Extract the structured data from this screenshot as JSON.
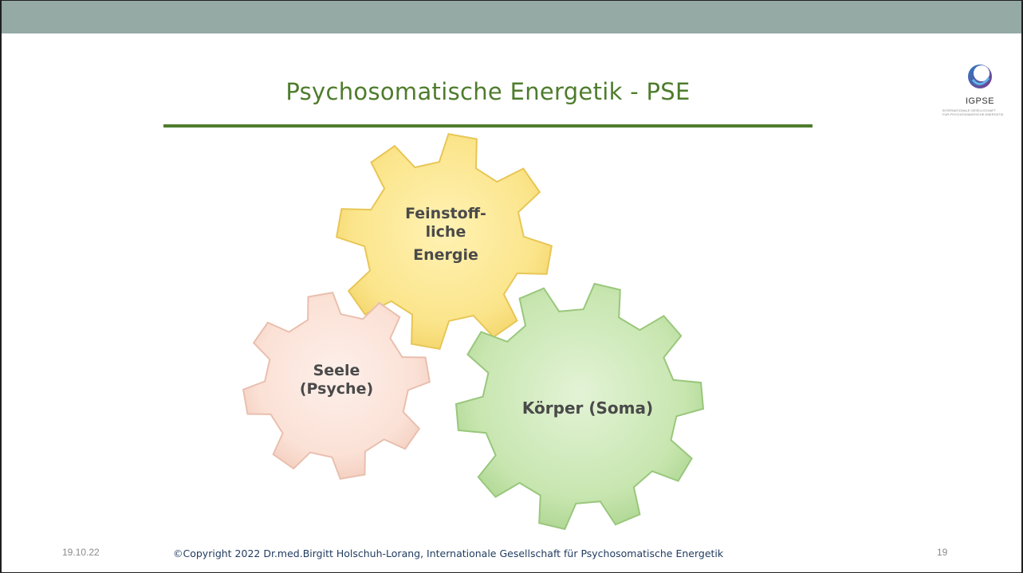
{
  "slide": {
    "title": "Psychosomatische Energetik - PSE",
    "logo": {
      "name": "IGPSE",
      "subtitle_line1": "INTERNATIONALE GESELLSCHAFT",
      "subtitle_line2": "FÜR PSYCHOSOMATISCHE ENERGETIK"
    },
    "gears": [
      {
        "id": "energie",
        "label_lines": [
          "Feinstoff-",
          "liche",
          "Energie"
        ],
        "color": "#fbe58c"
      },
      {
        "id": "seele",
        "label_lines": [
          "Seele",
          "(Psyche)"
        ],
        "color": "#fbe1d6"
      },
      {
        "id": "koerper",
        "label_lines": [
          "Körper (Soma)"
        ],
        "color": "#c8e6b0"
      }
    ],
    "footer": {
      "date": "19.10.22",
      "copyright": "©Copyright 2022 Dr.med.Birgitt Holschuh-Lorang, Internationale Gesellschaft für Psychosomatische Energetik",
      "page_number": "19"
    }
  },
  "colors": {
    "topbar": "#95a9a5",
    "title": "#4e7c2c",
    "rule": "#4e7c2c",
    "logo_blue": "#2b7bc0",
    "logo_purple": "#7b3d8f"
  },
  "icons": {
    "logo": "igpse-logo-icon"
  }
}
